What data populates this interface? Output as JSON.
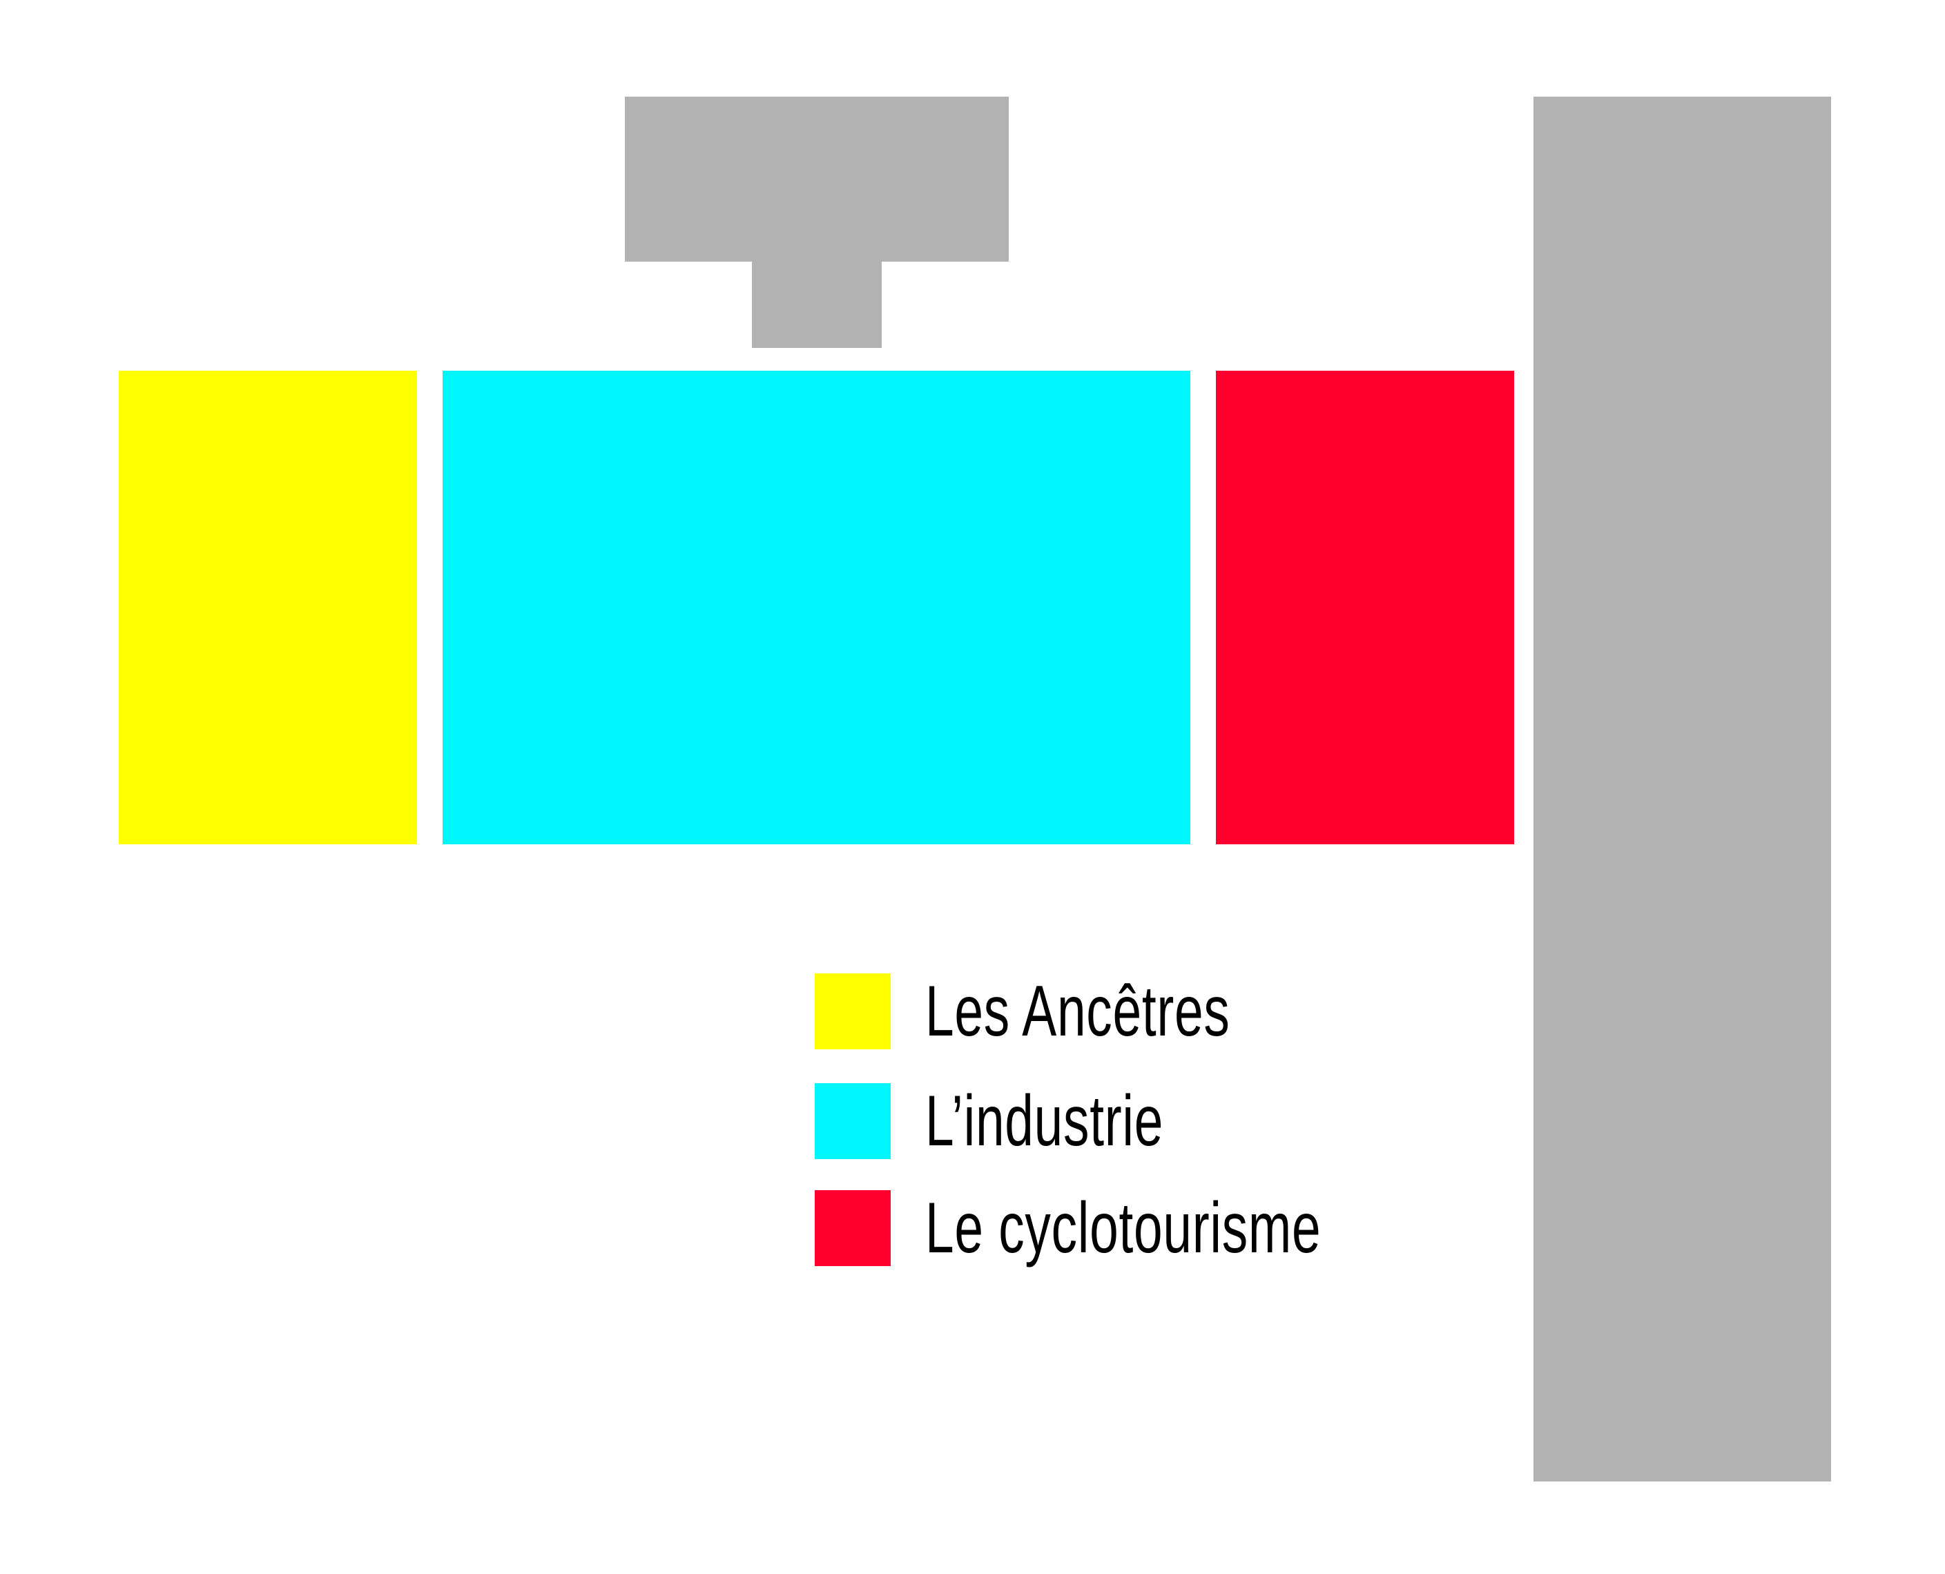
{
  "colors": {
    "structure": "#b2b2b2",
    "ancetres": "#ffff00",
    "industrie": "#00f6ff",
    "cyclotourisme": "#ff002e"
  },
  "legend": {
    "items": [
      {
        "label": "Les Ancêtres",
        "color": "#ffff00"
      },
      {
        "label": "L’industrie",
        "color": "#00f6ff"
      },
      {
        "label": "Le cyclotourisme",
        "color": "#ff002e"
      }
    ]
  }
}
